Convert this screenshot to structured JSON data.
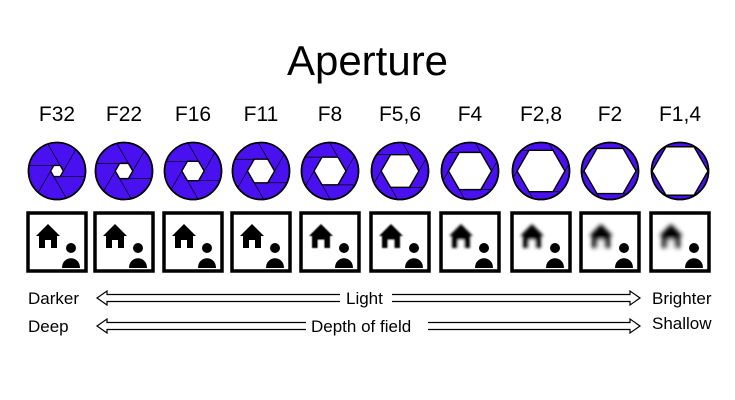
{
  "title": "Aperture",
  "colors": {
    "blade": "#4a11f0",
    "ink": "#000000",
    "paper": "#ffffff"
  },
  "stops": [
    {
      "label": "F32",
      "opening": 0.1,
      "blur": 0.0
    },
    {
      "label": "F22",
      "opening": 0.2,
      "blur": 0.0
    },
    {
      "label": "F16",
      "opening": 0.3,
      "blur": 0.0
    },
    {
      "label": "F11",
      "opening": 0.4,
      "blur": 0.0
    },
    {
      "label": "F8",
      "opening": 0.5,
      "blur": 0.4
    },
    {
      "label": "F5,6",
      "opening": 0.62,
      "blur": 0.8
    },
    {
      "label": "F4",
      "opening": 0.73,
      "blur": 1.2
    },
    {
      "label": "F2,8",
      "opening": 0.83,
      "blur": 1.6
    },
    {
      "label": "F2",
      "opening": 0.92,
      "blur": 2.0
    },
    {
      "label": "F1,4",
      "opening": 1.0,
      "blur": 2.4
    }
  ],
  "rows": {
    "light": {
      "left": "Darker",
      "center": "Light",
      "right": "Brighter"
    },
    "depth": {
      "left": "Deep",
      "center": "Depth of field",
      "right": "Shallow"
    }
  }
}
